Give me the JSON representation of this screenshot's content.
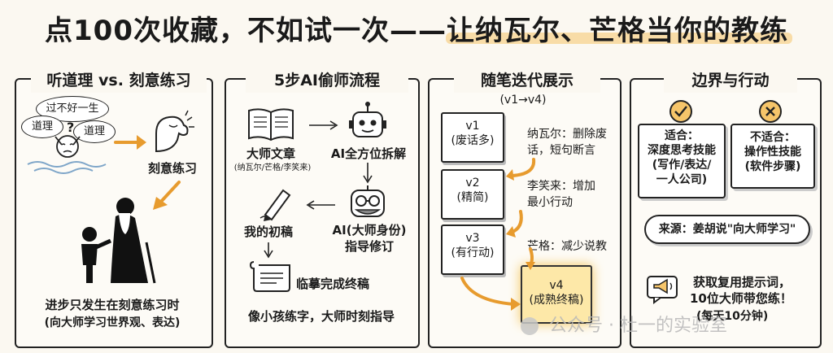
{
  "title": "点100次收藏，不如试一次——让纳瓦尔、芒格当你的教练",
  "panel1": {
    "heading": "听道理 vs. 刻意练习",
    "bubble_top": "过不好一生",
    "bubble_left": "道理",
    "bubble_right": "道理",
    "qmark": "?",
    "muscle_label": "刻意练习",
    "caption_1": "进步只发生在刻意练习时",
    "caption_2": "(向大师学习世界观、表达)"
  },
  "panel2": {
    "heading": "5步AI偷师流程",
    "step1_label": "大师文章",
    "step1_sub": "(纳瓦尔/芒格/李笑来)",
    "step2_label": "AI全方位拆解",
    "step3_label": "AI(大师身份)",
    "step3_label_2": "指导修订",
    "step4_label": "我的初稿",
    "step5_label": "临摹完成终稿",
    "caption": "像小孩练字，大师时刻指导"
  },
  "panel3": {
    "heading": "随笔迭代展示",
    "sub": "(v1→v4)",
    "v1": "v1",
    "v1_note": "(废话多)",
    "v2": "v2",
    "v2_note": "(精简)",
    "v3": "v3",
    "v3_note": "(有行动)",
    "v4": "v4",
    "v4_note": "(成熟终稿)",
    "c1_1": "纳瓦尔：删除废",
    "c1_2": "话，短句断言",
    "c2_1": "李笑来：增加",
    "c2_2": "最小行动",
    "c3": "芒格：减少说教"
  },
  "panel4": {
    "heading": "边界与行动",
    "fit_title": "适合：",
    "fit_1": "深度思考技能",
    "fit_2": "(写作/表达/",
    "fit_3": "一人公司)",
    "unfit_title": "不适合：",
    "unfit_1": "操作性技能",
    "unfit_2": "(软件步骤)",
    "source": "来源：姜胡说\"向大师学习\"",
    "cta_1": "获取复用提示词，",
    "cta_2": "10位大师带您练！",
    "cta_3": "(每天10分钟)"
  },
  "watermark": "公众号 · 杜一的实验室",
  "colors": {
    "accent_orange": "#e79b2e",
    "highlight": "#f6c56a",
    "check_green": "#e5a63b",
    "cross": "#e5a63b",
    "paper": "#fbf8f1"
  }
}
